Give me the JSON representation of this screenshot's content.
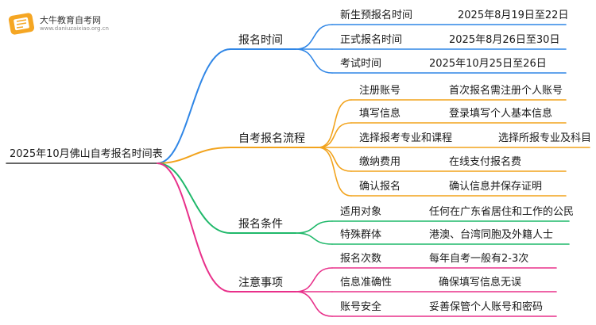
{
  "logo": {
    "name": "大牛教育自考网",
    "url": "www.daniuzaixiao.org.cn"
  },
  "root": {
    "label": "2025年10月佛山自考报名时间表"
  },
  "colors": {
    "branch_0": "#2f86e6",
    "branch_1": "#f2a31c",
    "branch_2": "#1fb86a",
    "branch_3": "#e8308a",
    "logo_accent": "#f5a623"
  },
  "branches": [
    {
      "label": "报名时间",
      "children": [
        {
          "label": "新生预报名时间",
          "detail": "2025年8月19日至22日"
        },
        {
          "label": "正式报名时间",
          "detail": "2025年8月26日至30日"
        },
        {
          "label": "考试时间",
          "detail": "2025年10月25日至26日"
        }
      ]
    },
    {
      "label": "自考报名流程",
      "children": [
        {
          "label": "注册账号",
          "detail": "首次报名需注册个人账号"
        },
        {
          "label": "填写信息",
          "detail": "登录填写个人基本信息"
        },
        {
          "label": "选择报考专业和课程",
          "detail": "选择所报专业及科目"
        },
        {
          "label": "缴纳费用",
          "detail": "在线支付报名费"
        },
        {
          "label": "确认报名",
          "detail": "确认信息并保存证明"
        }
      ]
    },
    {
      "label": "报名条件",
      "children": [
        {
          "label": "适用对象",
          "detail": "任何在广东省居住和工作的公民"
        },
        {
          "label": "特殊群体",
          "detail": "港澳、台湾同胞及外籍人士"
        }
      ]
    },
    {
      "label": "注意事项",
      "children": [
        {
          "label": "报名次数",
          "detail": "每年自考一般有2-3次"
        },
        {
          "label": "信息准确性",
          "detail": "确保填写信息无误"
        },
        {
          "label": "账号安全",
          "detail": "妥善保管个人账号和密码"
        }
      ]
    }
  ]
}
